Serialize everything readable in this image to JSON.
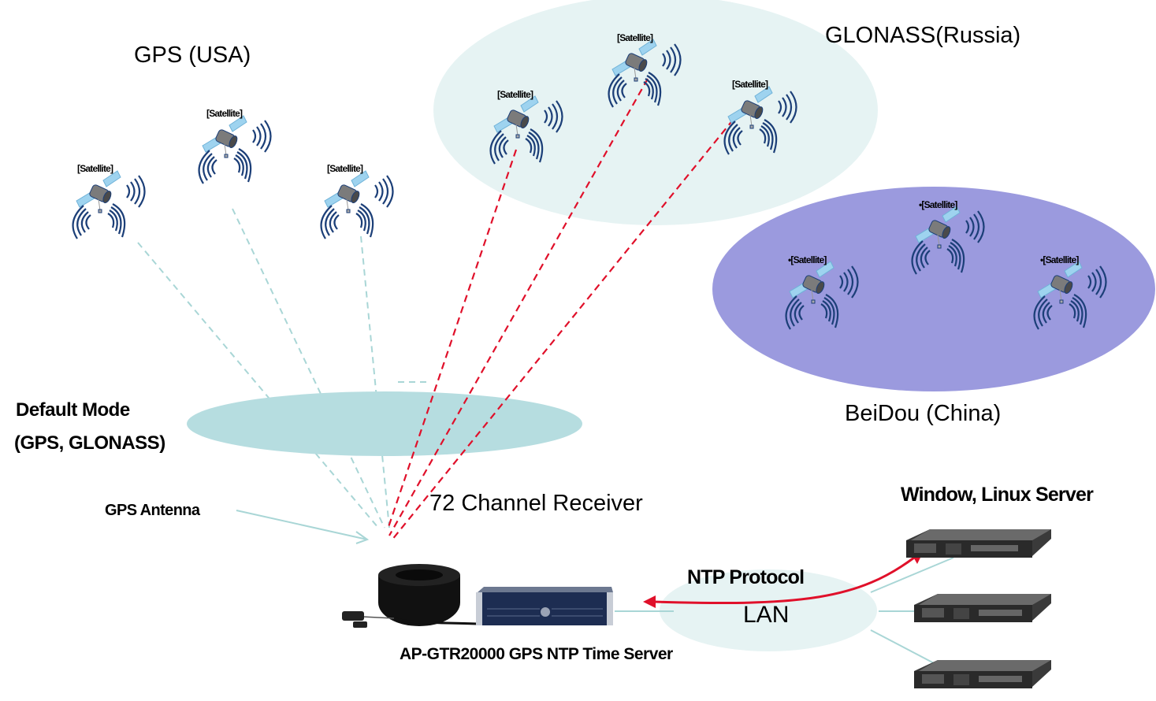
{
  "diagram": {
    "regions": [
      {
        "id": "gps",
        "label": "GPS (USA)",
        "fill": "#ffffff"
      },
      {
        "id": "glonass",
        "label": "GLONASS(Russia)",
        "fill": "#e6f3f3"
      },
      {
        "id": "beidou",
        "label": "BeiDou (China)",
        "fill": "#9b9ade"
      }
    ],
    "satellite_label": "[Satellite]",
    "satellite_label_bullet": "•[Satellite]",
    "default_mode": {
      "line1": "Default Mode",
      "line2": "(GPS, GLONASS)",
      "fill": "#b6dde0"
    },
    "antenna_label": "GPS Antenna",
    "receiver_label": "72 Channel Receiver",
    "server_label": "AP-GTR20000 GPS NTP Time Server",
    "clients_label": "Window, Linux Server",
    "protocol_label": "NTP Protocol",
    "lan_label": "LAN",
    "colors": {
      "gps_signal_line": "#a9d6d6",
      "glonass_signal_line": "#e0102a",
      "ntp_arrow": "#e0102a",
      "lan_cloud": "#e6f3f3",
      "wave": "#1c3f78",
      "server_box": "#1d2d52",
      "rack_server": "#3a3a3a"
    }
  }
}
